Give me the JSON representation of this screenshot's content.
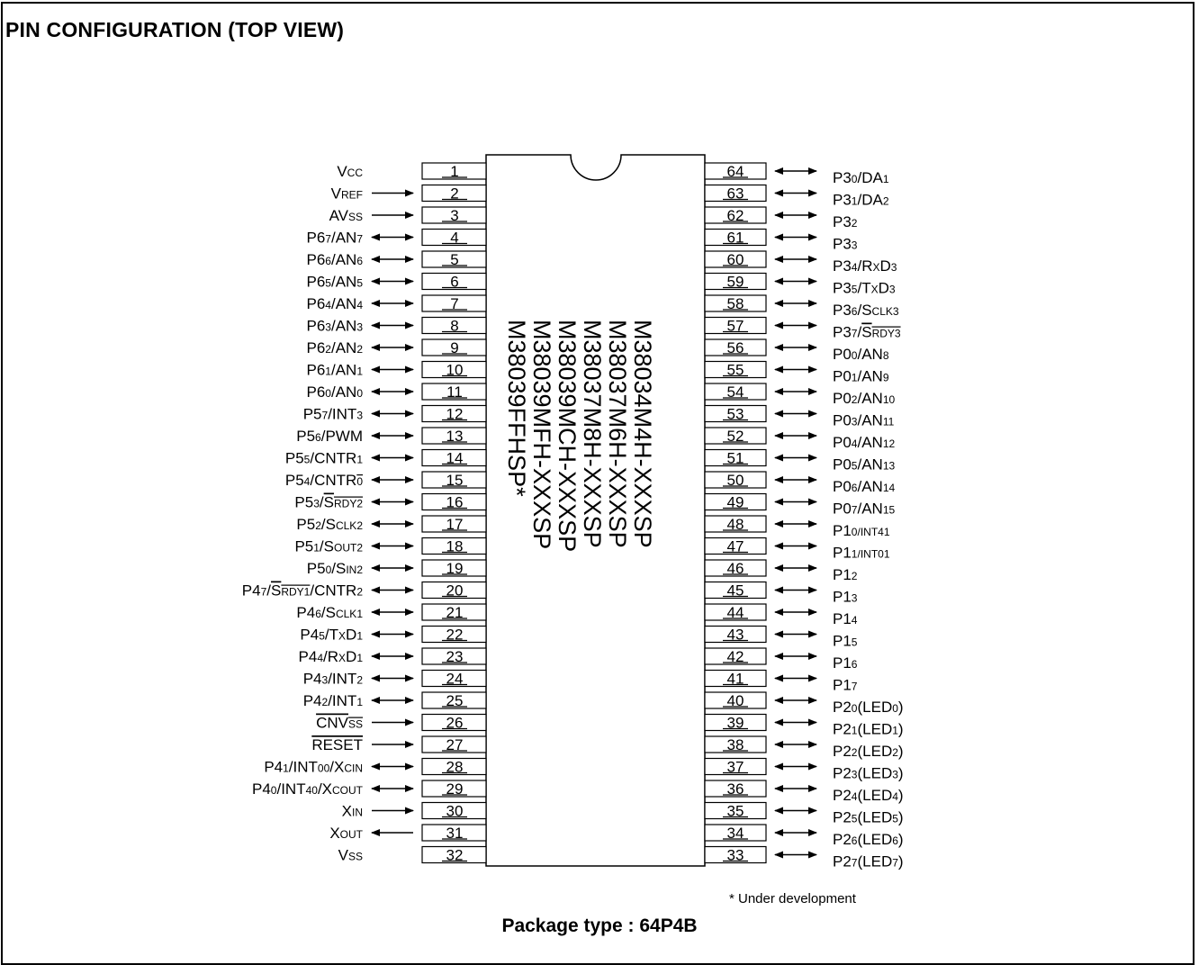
{
  "title": "PIN CONFIGURATION (TOP VIEW)",
  "chip_names": [
    "M38034M4H-XXXSP",
    "M38037M6H-XXXSP",
    "M38037M8H-XXXSP",
    "M38039MCH-XXXSP",
    "M38039MFH-XXXSP",
    "M38039FFHSP*"
  ],
  "note": "* Under development",
  "package": "Package type : 64P4B",
  "left_pins": [
    {
      "num": 1,
      "dir": "none",
      "label": [
        [
          "V",
          ""
        ],
        [
          "CC",
          "s"
        ]
      ]
    },
    {
      "num": 2,
      "dir": "in",
      "label": [
        [
          "V",
          ""
        ],
        [
          "REF",
          "s"
        ]
      ]
    },
    {
      "num": 3,
      "dir": "in",
      "label": [
        [
          "AV",
          ""
        ],
        [
          "SS",
          "s"
        ]
      ]
    },
    {
      "num": 4,
      "dir": "bi",
      "label": [
        [
          "P6",
          ""
        ],
        [
          "7",
          "s"
        ],
        [
          "/AN",
          ""
        ],
        [
          "7",
          "s"
        ]
      ]
    },
    {
      "num": 5,
      "dir": "bi",
      "label": [
        [
          "P6",
          ""
        ],
        [
          "6",
          "s"
        ],
        [
          "/AN",
          ""
        ],
        [
          "6",
          "s"
        ]
      ]
    },
    {
      "num": 6,
      "dir": "bi",
      "label": [
        [
          "P6",
          ""
        ],
        [
          "5",
          "s"
        ],
        [
          "/AN",
          ""
        ],
        [
          "5",
          "s"
        ]
      ]
    },
    {
      "num": 7,
      "dir": "bi",
      "label": [
        [
          "P6",
          ""
        ],
        [
          "4",
          "s"
        ],
        [
          "/AN",
          ""
        ],
        [
          "4",
          "s"
        ]
      ]
    },
    {
      "num": 8,
      "dir": "bi",
      "label": [
        [
          "P6",
          ""
        ],
        [
          "3",
          "s"
        ],
        [
          "/AN",
          ""
        ],
        [
          "3",
          "s"
        ]
      ]
    },
    {
      "num": 9,
      "dir": "bi",
      "label": [
        [
          "P6",
          ""
        ],
        [
          "2",
          "s"
        ],
        [
          "/AN",
          ""
        ],
        [
          "2",
          "s"
        ]
      ]
    },
    {
      "num": 10,
      "dir": "bi",
      "label": [
        [
          "P6",
          ""
        ],
        [
          "1",
          "s"
        ],
        [
          "/AN",
          ""
        ],
        [
          "1",
          "s"
        ]
      ]
    },
    {
      "num": 11,
      "dir": "bi",
      "label": [
        [
          "P6",
          ""
        ],
        [
          "0",
          "s"
        ],
        [
          "/AN",
          ""
        ],
        [
          "0",
          "s"
        ]
      ]
    },
    {
      "num": 12,
      "dir": "bi",
      "label": [
        [
          "P5",
          ""
        ],
        [
          "7",
          "s"
        ],
        [
          "/INT",
          ""
        ],
        [
          "3",
          "s"
        ]
      ]
    },
    {
      "num": 13,
      "dir": "bi",
      "label": [
        [
          "P5",
          ""
        ],
        [
          "6",
          "s"
        ],
        [
          "/PWM",
          ""
        ]
      ]
    },
    {
      "num": 14,
      "dir": "bi",
      "label": [
        [
          "P5",
          ""
        ],
        [
          "5",
          "s"
        ],
        [
          "/CNTR",
          ""
        ],
        [
          "1",
          "s"
        ]
      ]
    },
    {
      "num": 15,
      "dir": "bi",
      "label": [
        [
          "P5",
          ""
        ],
        [
          "4",
          "s"
        ],
        [
          "/CNTR",
          ""
        ],
        [
          "0",
          "so"
        ]
      ]
    },
    {
      "num": 16,
      "dir": "bi",
      "label": [
        [
          "P5",
          ""
        ],
        [
          "3",
          "s"
        ],
        [
          "/",
          ""
        ],
        [
          "S",
          "o"
        ],
        [
          "RDY2",
          "so"
        ]
      ]
    },
    {
      "num": 17,
      "dir": "bi",
      "label": [
        [
          "P5",
          ""
        ],
        [
          "2",
          "s"
        ],
        [
          "/S",
          ""
        ],
        [
          "CLK2",
          "s"
        ]
      ]
    },
    {
      "num": 18,
      "dir": "bi",
      "label": [
        [
          "P5",
          ""
        ],
        [
          "1",
          "s"
        ],
        [
          "/S",
          ""
        ],
        [
          "OUT2",
          "s"
        ]
      ]
    },
    {
      "num": 19,
      "dir": "bi",
      "label": [
        [
          "P5",
          ""
        ],
        [
          "0",
          "s"
        ],
        [
          "/S",
          ""
        ],
        [
          "IN2",
          "s"
        ]
      ]
    },
    {
      "num": 20,
      "dir": "bi",
      "label": [
        [
          "P4",
          ""
        ],
        [
          "7",
          "s"
        ],
        [
          "/",
          ""
        ],
        [
          "S",
          "o"
        ],
        [
          "RDY1",
          "so"
        ],
        [
          "/CNTR",
          ""
        ],
        [
          "2",
          "s"
        ]
      ]
    },
    {
      "num": 21,
      "dir": "bi",
      "label": [
        [
          "P4",
          ""
        ],
        [
          "6",
          "s"
        ],
        [
          "/S",
          ""
        ],
        [
          "CLK1",
          "s"
        ]
      ]
    },
    {
      "num": 22,
      "dir": "bi",
      "label": [
        [
          "P4",
          ""
        ],
        [
          "5",
          "s"
        ],
        [
          "/T",
          ""
        ],
        [
          "X",
          "s"
        ],
        [
          "D",
          ""
        ],
        [
          "1",
          "s"
        ]
      ]
    },
    {
      "num": 23,
      "dir": "bi",
      "label": [
        [
          "P4",
          ""
        ],
        [
          "4",
          "s"
        ],
        [
          "/R",
          ""
        ],
        [
          "X",
          "s"
        ],
        [
          "D",
          ""
        ],
        [
          "1",
          "s"
        ]
      ]
    },
    {
      "num": 24,
      "dir": "bi",
      "label": [
        [
          "P4",
          ""
        ],
        [
          "3",
          "s"
        ],
        [
          "/INT",
          ""
        ],
        [
          "2",
          "s"
        ]
      ]
    },
    {
      "num": 25,
      "dir": "bi",
      "label": [
        [
          "P4",
          ""
        ],
        [
          "2",
          "s"
        ],
        [
          "/INT",
          ""
        ],
        [
          "1",
          "s"
        ]
      ]
    },
    {
      "num": 26,
      "dir": "in",
      "label": [
        [
          "CNV",
          "o"
        ],
        [
          "SS",
          "so"
        ]
      ]
    },
    {
      "num": 27,
      "dir": "in",
      "label": [
        [
          "RESET",
          "o"
        ]
      ]
    },
    {
      "num": 28,
      "dir": "bi",
      "label": [
        [
          "P4",
          ""
        ],
        [
          "1",
          "s"
        ],
        [
          "/INT",
          ""
        ],
        [
          "00",
          "s"
        ],
        [
          "/X",
          ""
        ],
        [
          "CIN",
          "s"
        ]
      ]
    },
    {
      "num": 29,
      "dir": "bi",
      "label": [
        [
          "P4",
          ""
        ],
        [
          "0",
          "s"
        ],
        [
          "/INT",
          ""
        ],
        [
          "40",
          "s"
        ],
        [
          "/X",
          ""
        ],
        [
          "COUT",
          "s"
        ]
      ]
    },
    {
      "num": 30,
      "dir": "in",
      "label": [
        [
          "X",
          ""
        ],
        [
          "IN",
          "s"
        ]
      ]
    },
    {
      "num": 31,
      "dir": "out",
      "label": [
        [
          "X",
          ""
        ],
        [
          "OUT",
          "s"
        ]
      ]
    },
    {
      "num": 32,
      "dir": "none",
      "label": [
        [
          "V",
          ""
        ],
        [
          "SS",
          "s"
        ]
      ]
    }
  ],
  "right_pins": [
    {
      "num": 64,
      "dir": "bi",
      "label": [
        [
          "P3",
          ""
        ],
        [
          "0",
          "s"
        ],
        [
          "/DA",
          ""
        ],
        [
          "1",
          "s"
        ]
      ]
    },
    {
      "num": 63,
      "dir": "bi",
      "label": [
        [
          "P3",
          ""
        ],
        [
          "1",
          "s"
        ],
        [
          "/DA",
          ""
        ],
        [
          "2",
          "s"
        ]
      ]
    },
    {
      "num": 62,
      "dir": "bi",
      "label": [
        [
          "P3",
          ""
        ],
        [
          "2",
          "s"
        ]
      ]
    },
    {
      "num": 61,
      "dir": "bi",
      "label": [
        [
          "P3",
          ""
        ],
        [
          "3",
          "s"
        ]
      ]
    },
    {
      "num": 60,
      "dir": "bi",
      "label": [
        [
          "P3",
          ""
        ],
        [
          "4",
          "s"
        ],
        [
          "/R",
          ""
        ],
        [
          "X",
          "s"
        ],
        [
          "D",
          ""
        ],
        [
          "3",
          "s"
        ]
      ]
    },
    {
      "num": 59,
      "dir": "bi",
      "label": [
        [
          "P3",
          ""
        ],
        [
          "5",
          "s"
        ],
        [
          "/T",
          ""
        ],
        [
          "X",
          "s"
        ],
        [
          "D",
          ""
        ],
        [
          "3",
          "s"
        ]
      ]
    },
    {
      "num": 58,
      "dir": "bi",
      "label": [
        [
          "P3",
          ""
        ],
        [
          "6",
          "s"
        ],
        [
          "/S",
          ""
        ],
        [
          "CLK3",
          "s"
        ]
      ]
    },
    {
      "num": 57,
      "dir": "bi",
      "label": [
        [
          "P3",
          ""
        ],
        [
          "7",
          "s"
        ],
        [
          "/",
          ""
        ],
        [
          "S",
          "o"
        ],
        [
          "RDY3",
          "so"
        ]
      ]
    },
    {
      "num": 56,
      "dir": "bi",
      "label": [
        [
          "P0",
          ""
        ],
        [
          "0",
          "s"
        ],
        [
          "/AN",
          ""
        ],
        [
          "8",
          "s"
        ]
      ]
    },
    {
      "num": 55,
      "dir": "bi",
      "label": [
        [
          "P0",
          ""
        ],
        [
          "1",
          "s"
        ],
        [
          "/AN",
          ""
        ],
        [
          "9",
          "s"
        ]
      ]
    },
    {
      "num": 54,
      "dir": "bi",
      "label": [
        [
          "P0",
          ""
        ],
        [
          "2",
          "s"
        ],
        [
          "/AN",
          ""
        ],
        [
          "10",
          "s"
        ]
      ]
    },
    {
      "num": 53,
      "dir": "bi",
      "label": [
        [
          "P0",
          ""
        ],
        [
          "3",
          "s"
        ],
        [
          "/AN",
          ""
        ],
        [
          "11",
          "s"
        ]
      ]
    },
    {
      "num": 52,
      "dir": "bi",
      "label": [
        [
          "P0",
          ""
        ],
        [
          "4",
          "s"
        ],
        [
          "/AN",
          ""
        ],
        [
          "12",
          "s"
        ]
      ]
    },
    {
      "num": 51,
      "dir": "bi",
      "label": [
        [
          "P0",
          ""
        ],
        [
          "5",
          "s"
        ],
        [
          "/AN",
          ""
        ],
        [
          "13",
          "s"
        ]
      ]
    },
    {
      "num": 50,
      "dir": "bi",
      "label": [
        [
          "P0",
          ""
        ],
        [
          "6",
          "s"
        ],
        [
          "/AN",
          ""
        ],
        [
          "14",
          "s"
        ]
      ]
    },
    {
      "num": 49,
      "dir": "bi",
      "label": [
        [
          "P0",
          ""
        ],
        [
          "7",
          "s"
        ],
        [
          "/AN",
          ""
        ],
        [
          "15",
          "s"
        ]
      ]
    },
    {
      "num": 48,
      "dir": "bi",
      "label": [
        [
          "P1",
          ""
        ],
        [
          "0",
          "s"
        ],
        [
          "/INT41",
          "s"
        ]
      ]
    },
    {
      "num": 47,
      "dir": "bi",
      "label": [
        [
          "P1",
          ""
        ],
        [
          "1",
          "s"
        ],
        [
          "/INT01",
          "s"
        ]
      ]
    },
    {
      "num": 46,
      "dir": "bi",
      "label": [
        [
          "P1",
          ""
        ],
        [
          "2",
          "s"
        ]
      ]
    },
    {
      "num": 45,
      "dir": "bi",
      "label": [
        [
          "P1",
          ""
        ],
        [
          "3",
          "s"
        ]
      ]
    },
    {
      "num": 44,
      "dir": "bi",
      "label": [
        [
          "P1",
          ""
        ],
        [
          "4",
          "s"
        ]
      ]
    },
    {
      "num": 43,
      "dir": "bi",
      "label": [
        [
          "P1",
          ""
        ],
        [
          "5",
          "s"
        ]
      ]
    },
    {
      "num": 42,
      "dir": "bi",
      "label": [
        [
          "P1",
          ""
        ],
        [
          "6",
          "s"
        ]
      ]
    },
    {
      "num": 41,
      "dir": "bi",
      "label": [
        [
          "P1",
          ""
        ],
        [
          "7",
          "s"
        ]
      ]
    },
    {
      "num": 40,
      "dir": "bi",
      "label": [
        [
          "P2",
          ""
        ],
        [
          "0",
          "s"
        ],
        [
          "(LED",
          ""
        ],
        [
          "0",
          "s"
        ],
        [
          ")",
          ""
        ]
      ]
    },
    {
      "num": 39,
      "dir": "bi",
      "label": [
        [
          "P2",
          ""
        ],
        [
          "1",
          "s"
        ],
        [
          "(LED",
          ""
        ],
        [
          "1",
          "s"
        ],
        [
          ")",
          ""
        ]
      ]
    },
    {
      "num": 38,
      "dir": "bi",
      "label": [
        [
          "P2",
          ""
        ],
        [
          "2",
          "s"
        ],
        [
          "(LED",
          ""
        ],
        [
          "2",
          "s"
        ],
        [
          ")",
          ""
        ]
      ]
    },
    {
      "num": 37,
      "dir": "bi",
      "label": [
        [
          "P2",
          ""
        ],
        [
          "3",
          "s"
        ],
        [
          "(LED",
          ""
        ],
        [
          "3",
          "s"
        ],
        [
          ")",
          ""
        ]
      ]
    },
    {
      "num": 36,
      "dir": "bi",
      "label": [
        [
          "P2",
          ""
        ],
        [
          "4",
          "s"
        ],
        [
          "(LED",
          ""
        ],
        [
          "4",
          "s"
        ],
        [
          ")",
          ""
        ]
      ]
    },
    {
      "num": 35,
      "dir": "bi",
      "label": [
        [
          "P2",
          ""
        ],
        [
          "5",
          "s"
        ],
        [
          "(LED",
          ""
        ],
        [
          "5",
          "s"
        ],
        [
          ")",
          ""
        ]
      ]
    },
    {
      "num": 34,
      "dir": "bi",
      "label": [
        [
          "P2",
          ""
        ],
        [
          "6",
          "s"
        ],
        [
          "(LED",
          ""
        ],
        [
          "6",
          "s"
        ],
        [
          ")",
          ""
        ]
      ]
    },
    {
      "num": 33,
      "dir": "bi",
      "label": [
        [
          "P2",
          ""
        ],
        [
          "7",
          "s"
        ],
        [
          "(LED",
          ""
        ],
        [
          "7",
          "s"
        ],
        [
          ")",
          ""
        ]
      ]
    }
  ]
}
